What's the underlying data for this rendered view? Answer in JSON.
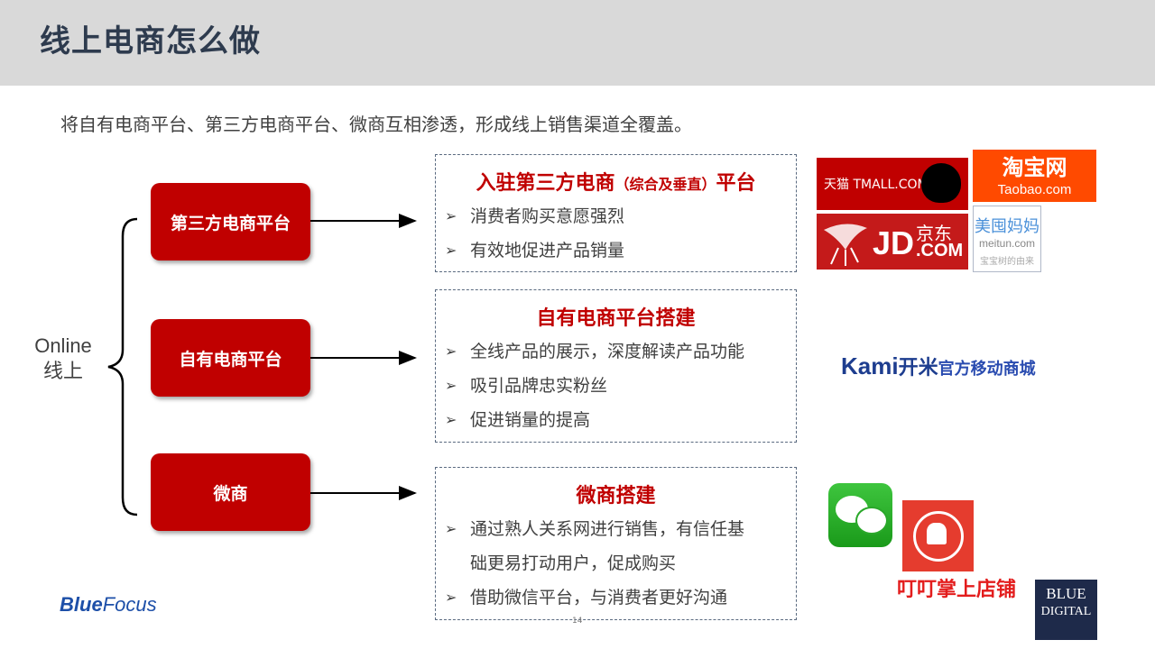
{
  "header": {
    "title": "线上电商怎么做"
  },
  "subtitle": "将自有电商平台、第三方电商平台、微商互相渗透，形成线上销售渠道全覆盖。",
  "online_label": {
    "line1": "Online",
    "line2": "线上"
  },
  "channels": [
    {
      "label": "第三方电商平台"
    },
    {
      "label": "自有电商平台"
    },
    {
      "label": "微商"
    }
  ],
  "boxes": [
    {
      "title_main": "入驻第三方电商",
      "title_paren": "（综合及垂直）",
      "title_end": "平台",
      "bullets": [
        "消费者购买意愿强烈",
        "有效地促进产品销量"
      ]
    },
    {
      "title_main": "自有电商平台搭建",
      "bullets": [
        "全线产品的展示，深度解读产品功能",
        "吸引品牌忠实粉丝",
        "促进销量的提高"
      ]
    },
    {
      "title_main": "微商搭建",
      "bullets": [
        "通过熟人关系网进行销售，有信任基",
        "础更易打动用户，促成购买",
        "借助微信平台，与消费者更好沟通"
      ]
    }
  ],
  "logos": {
    "tmall": "天猫 TMALL.COM",
    "taobao_cn": "淘宝网",
    "taobao_en": "Taobao.com",
    "jd_big": "JD",
    "jd_cn": "京东",
    "jd_com": ".COM",
    "meitun_cn": "美囤妈妈",
    "meitun_en": "meitun.com",
    "meitun_tag": "宝宝树的由来",
    "kami_en": "Kami",
    "kami_cn": "开米",
    "kami_store": "官方移动商城",
    "dingding_label": "叮叮掌上店铺",
    "bluedigital_1": "BLUE",
    "bluedigital_2": "DIGITAL",
    "bluefocus_1": "Blue",
    "bluefocus_2": "Focus"
  },
  "page_number": "14",
  "colors": {
    "accent_red": "#c00000",
    "header_bg": "#d9d9d9",
    "title_color": "#2e3b4e"
  }
}
